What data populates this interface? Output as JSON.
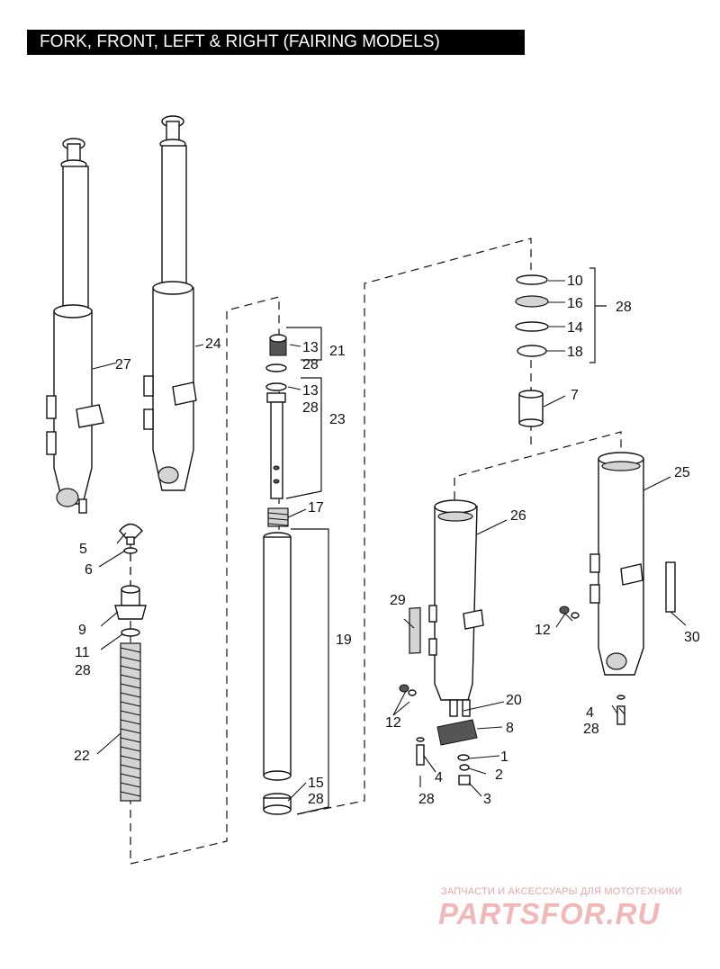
{
  "title": "FORK, FRONT, LEFT & RIGHT (FAIRING MODELS)",
  "watermark": {
    "tagline": "ЗАПЧАСТИ И АКСЕССУАРЫ ДЛЯ МОТОТЕХНИКИ",
    "logo": "PARTSFOR.RU"
  },
  "callouts": {
    "c1": "1",
    "c2": "2",
    "c3": "3",
    "c4a": "4",
    "c4b": "4",
    "c5": "5",
    "c6": "6",
    "c7": "7",
    "c8": "8",
    "c9": "9",
    "c10": "10",
    "c11": "11",
    "c12a": "12",
    "c12b": "12",
    "c13a": "13",
    "c13b": "13",
    "c14": "14",
    "c15": "15",
    "c16": "16",
    "c17": "17",
    "c18": "18",
    "c19": "19",
    "c20": "20",
    "c21": "21",
    "c22": "22",
    "c23": "23",
    "c24": "24",
    "c25": "25",
    "c26": "26",
    "c27": "27",
    "c28a": "28",
    "c28b": "28",
    "c28c": "28",
    "c28d": "28",
    "c28e": "28",
    "c28f": "28",
    "c28g": "28",
    "c29": "29",
    "c30": "30"
  }
}
